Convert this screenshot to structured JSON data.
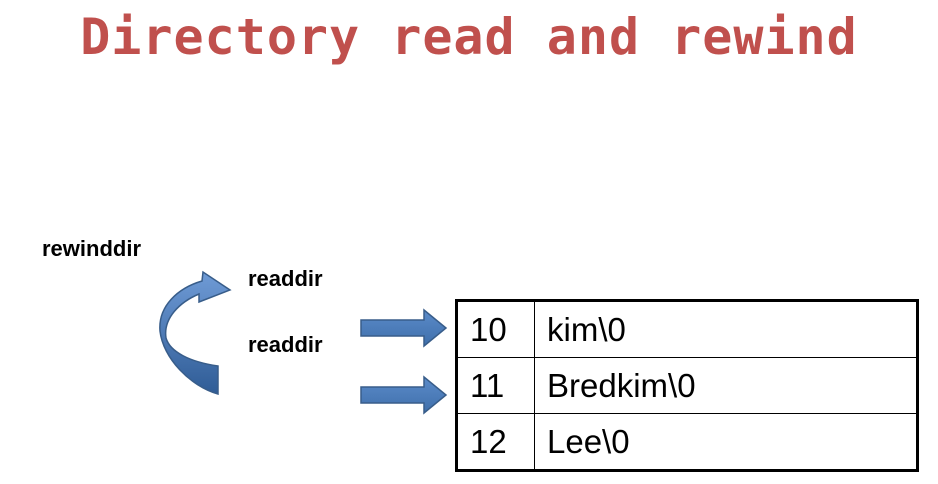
{
  "title": "Directory read and rewind",
  "labels": {
    "rewind": "rewinddir",
    "read_first": "readdir",
    "read_second": "readdir"
  },
  "directory_entries": [
    {
      "inode": "10",
      "name": "kim\\0"
    },
    {
      "inode": "11",
      "name": "Bredkim\\0"
    },
    {
      "inode": "12",
      "name": "Lee\\0"
    }
  ],
  "colors": {
    "title": "#c0504d",
    "arrow_fill": "#4f81bd",
    "arrow_stroke": "#385d8a"
  },
  "icons": {
    "rewind": "curved-arrow-icon",
    "pointer": "right-arrow-icon"
  }
}
